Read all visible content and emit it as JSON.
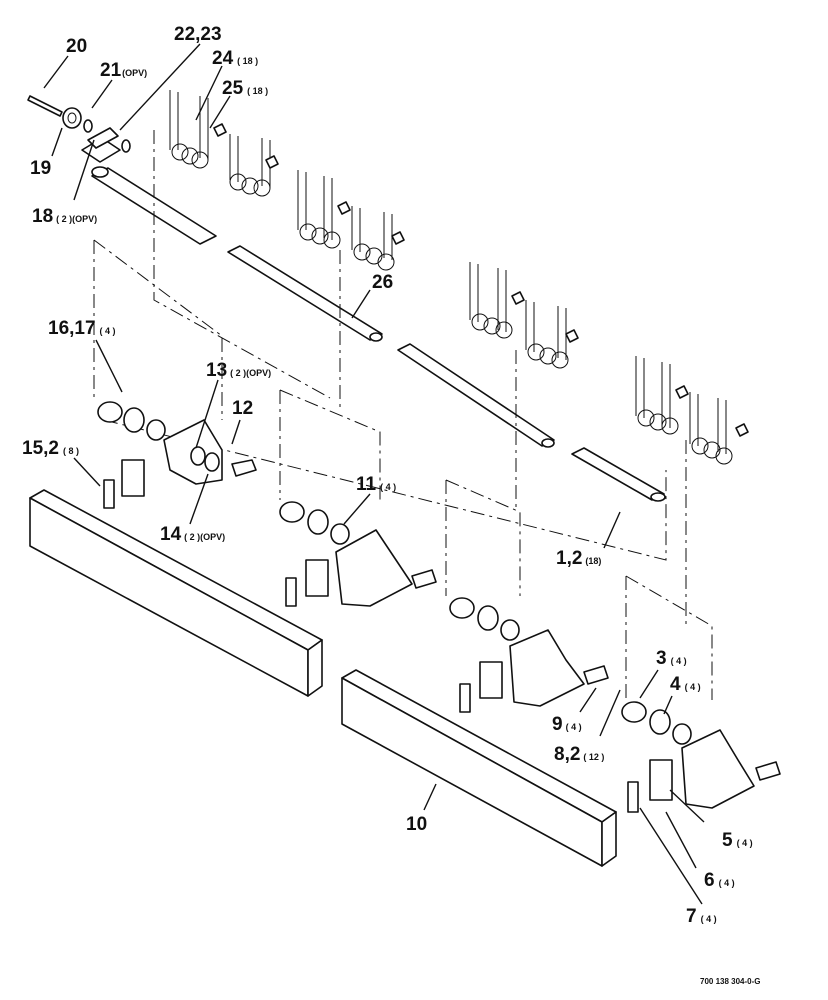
{
  "callouts": [
    {
      "id": "c20",
      "number": "20",
      "qty": ""
    },
    {
      "id": "c21",
      "number": "21",
      "qty": "(OPV)"
    },
    {
      "id": "c22",
      "number": "22,23",
      "qty": ""
    },
    {
      "id": "c24",
      "number": "24",
      "qty": "( 18 )"
    },
    {
      "id": "c25",
      "number": "25",
      "qty": "( 18 )"
    },
    {
      "id": "c19",
      "number": "19",
      "qty": ""
    },
    {
      "id": "c18",
      "number": "18",
      "qty": "( 2 )(OPV)"
    },
    {
      "id": "c26",
      "number": "26",
      "qty": ""
    },
    {
      "id": "c16",
      "number": "16,17",
      "qty": "( 4 )"
    },
    {
      "id": "c13",
      "number": "13",
      "qty": "( 2 )(OPV)"
    },
    {
      "id": "c12",
      "number": "12",
      "qty": ""
    },
    {
      "id": "c15",
      "number": "15,2",
      "qty": "( 8 )"
    },
    {
      "id": "c14",
      "number": "14",
      "qty": "( 2 )(OPV)"
    },
    {
      "id": "c11",
      "number": "11",
      "qty": "( 4 )"
    },
    {
      "id": "c1",
      "number": "1,2",
      "qty": "(18)"
    },
    {
      "id": "c3",
      "number": "3",
      "qty": "( 4 )"
    },
    {
      "id": "c4",
      "number": "4",
      "qty": "( 4 )"
    },
    {
      "id": "c9",
      "number": "9",
      "qty": "( 4 )"
    },
    {
      "id": "c8",
      "number": "8,2",
      "qty": "( 12 )"
    },
    {
      "id": "c10",
      "number": "10",
      "qty": ""
    },
    {
      "id": "c5",
      "number": "5",
      "qty": "( 4 )"
    },
    {
      "id": "c6",
      "number": "6",
      "qty": "( 4 )"
    },
    {
      "id": "c7",
      "number": "7",
      "qty": "( 4 )"
    }
  ],
  "drawing_code": "700 138 304-0-G"
}
